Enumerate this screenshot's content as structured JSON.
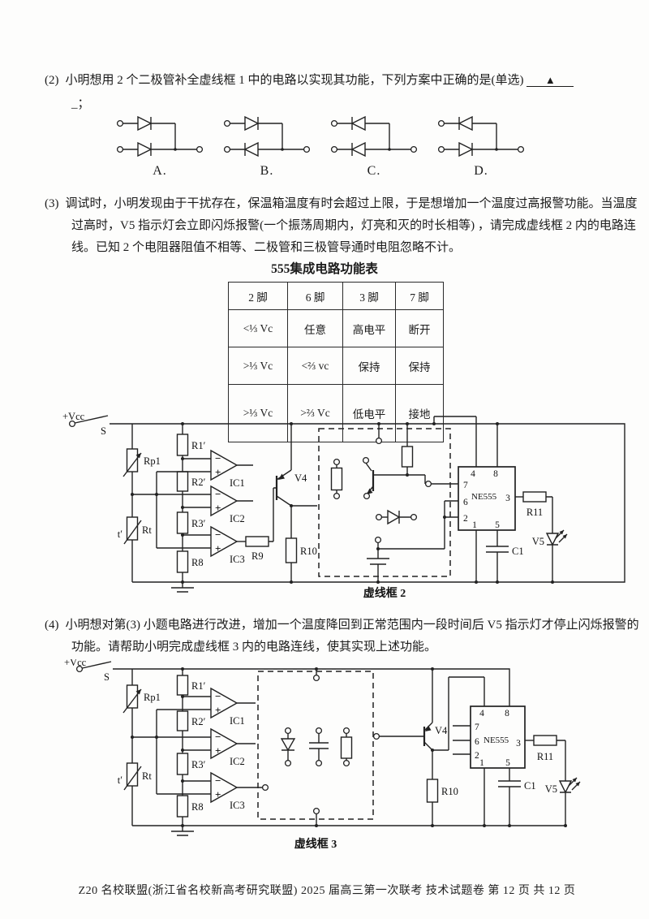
{
  "q2": {
    "number": "(2)",
    "text": "小明想用 2 个二极管补全虚线框 1 中的电路以实现其功能，下列方案中正确的是(单选)",
    "answer_marker": "▲",
    "continuation": "_；",
    "options": [
      {
        "label": "A.",
        "top_diode": "right",
        "bottom_diode": "right"
      },
      {
        "label": "B.",
        "top_diode": "right",
        "bottom_diode": "left"
      },
      {
        "label": "C.",
        "top_diode": "left",
        "bottom_diode": "left"
      },
      {
        "label": "D.",
        "top_diode": "left",
        "bottom_diode": "right"
      }
    ]
  },
  "q3": {
    "number": "(3)",
    "text": "调试时，小明发现由于干扰存在，保温箱温度有时会超过上限，于是想增加一个温度过高报警功能。当温度过高时，V5 指示灯会立即闪烁报警(一个振荡周期内，灯亮和灭的时长相等) ，请完成虚线框 2 内的电路连线。已知 2 个电阻器阻值不相等、二极管和三极管导通时电阻忽略不计。"
  },
  "q4": {
    "number": "(4)",
    "text": "小明想对第(3) 小题电路进行改进，增加一个温度降回到正常范围内一段时间后 V5 指示灯才停止闪烁报警的功能。请帮助小明完成虚线框 3 内的电路连线，使其实现上述功能。"
  },
  "table555": {
    "title": "555集成电路功能表",
    "headers": [
      "2 脚",
      "6 脚",
      "3 脚",
      "7 脚"
    ],
    "rows": [
      [
        "<⅓ Vc",
        "任意",
        "高电平",
        "断开"
      ],
      [
        ">⅓ Vc",
        "<⅔ vc",
        "保持",
        "保持"
      ],
      [
        ">⅓ Vc",
        ">⅔ Vc",
        "低电平",
        "接地"
      ]
    ]
  },
  "circuits": {
    "components": {
      "vcc": "+Vcc",
      "s": "S",
      "rp1": "Rp1",
      "t": "t′",
      "rt": "Rt",
      "r1": "R1′",
      "r2": "R2′",
      "r3": "R3′",
      "r8": "R8",
      "ic1": "IC1",
      "ic2": "IC2",
      "ic3": "IC3",
      "r9": "R9",
      "v4": "V4",
      "r10": "R10",
      "r11": "R11",
      "c1": "C1",
      "v5": "V5"
    },
    "ic555": {
      "name": "NE555",
      "p1": "1",
      "p2": "2",
      "p3": "3",
      "p4": "4",
      "p5": "5",
      "p6": "6",
      "p7": "7",
      "p8": "8"
    },
    "symbols": {
      "minus": "−",
      "plus": "+"
    },
    "box2_label": "虚线框 2",
    "box3_label": "虚线框 3"
  },
  "footer": "Z20 名校联盟(浙江省名校新高考研究联盟) 2025 届高三第一次联考 技术试题卷 第 12 页 共 12 页"
}
